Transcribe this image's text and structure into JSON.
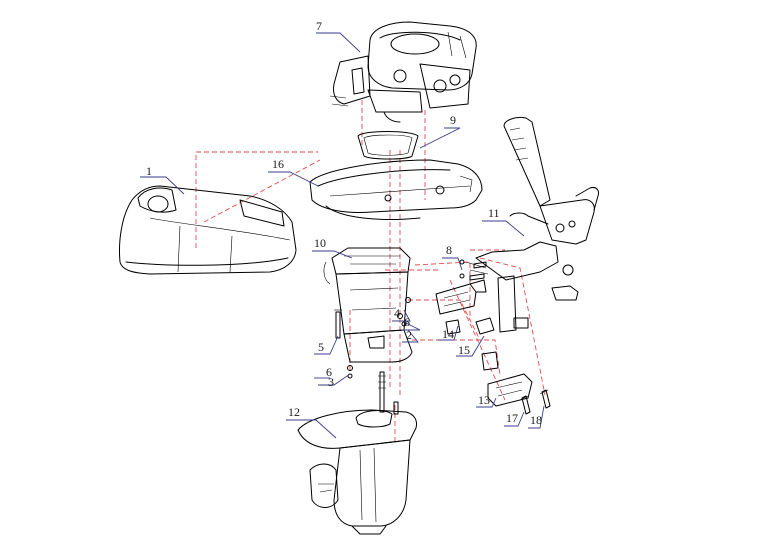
{
  "callouts": {
    "c1": "1",
    "c2": "2",
    "c3a": "3",
    "c3b": "3",
    "c4": "4",
    "c5": "5",
    "c6a": "6",
    "c6b": "6",
    "c7": "7",
    "c8": "8",
    "c9": "9",
    "c10": "10",
    "c11": "11",
    "c12": "12",
    "c13": "13",
    "c14": "14",
    "c15": "15",
    "c16": "16",
    "c17": "17",
    "c18": "18"
  },
  "colors": {
    "lines": "#000000",
    "assembly_dash": "#e64a4a",
    "leader": "#3a3d8c"
  }
}
